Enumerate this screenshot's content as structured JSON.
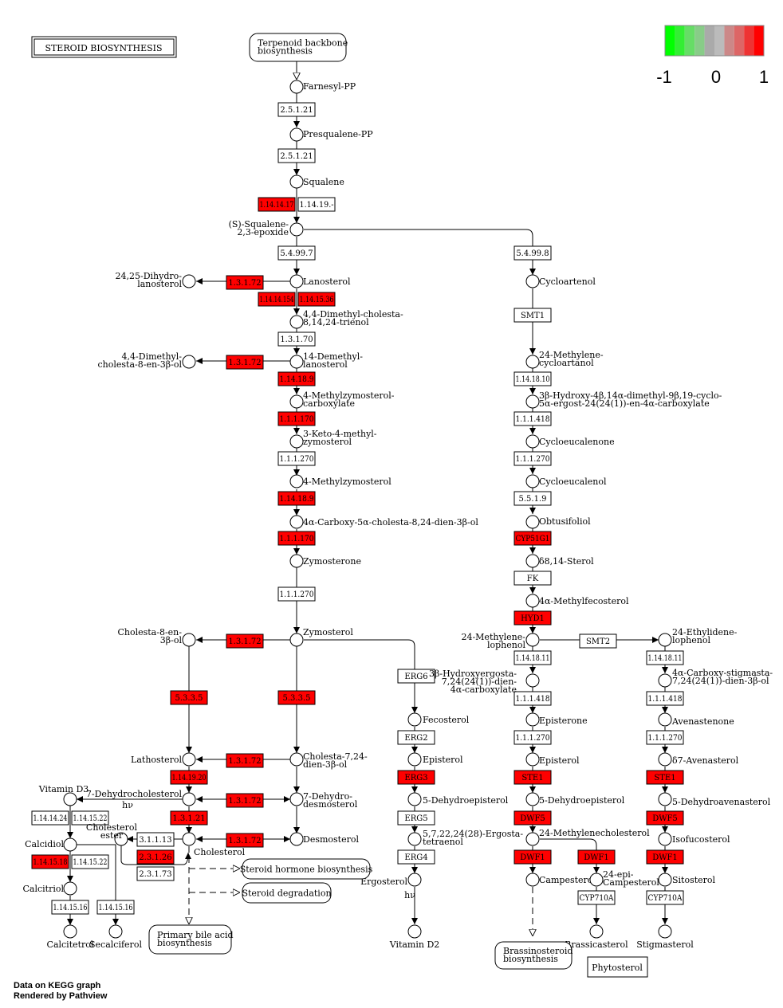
{
  "title": "STEROID BIOSYNTHESIS",
  "credits": {
    "line1": "Data on KEGG graph",
    "line2": "Rendered by Pathview"
  },
  "legend": {
    "min_label": "-1",
    "mid_label": "0",
    "max_label": "1",
    "colors": [
      "#00ff00",
      "#33ee33",
      "#66dd66",
      "#88cc88",
      "#aaaaaa",
      "#bbbbbb",
      "#cc8888",
      "#dd6666",
      "#ee3333",
      "#ff0000"
    ]
  },
  "colors": {
    "up": "#ff0000",
    "none": "#ffffff",
    "line": "#000000"
  },
  "enzymes": [
    {
      "id": "e1",
      "label": "2.5.1.21",
      "color": "#ffffff"
    },
    {
      "id": "e2",
      "label": "2.5.1.21",
      "color": "#ffffff"
    },
    {
      "id": "e3",
      "label": "1.14.14.17",
      "color": "#ff0000"
    },
    {
      "id": "e4",
      "label": "1.14.19.-",
      "color": "#ffffff"
    },
    {
      "id": "e5",
      "label": "5.4.99.7",
      "color": "#ffffff"
    },
    {
      "id": "e6",
      "label": "5.4.99.8",
      "color": "#ffffff"
    },
    {
      "id": "e7",
      "label": "1.3.1.72",
      "color": "#ff0000"
    },
    {
      "id": "e8",
      "label": "1.14.14.154",
      "color": "#ff0000"
    },
    {
      "id": "e9",
      "label": "1.14.15.36",
      "color": "#ff0000"
    },
    {
      "id": "e10",
      "label": "1.3.1.70",
      "color": "#ffffff"
    },
    {
      "id": "e11",
      "label": "1.3.1.72",
      "color": "#ff0000"
    },
    {
      "id": "e12",
      "label": "1.14.18.9",
      "color": "#ff0000"
    },
    {
      "id": "e13",
      "label": "1.1.1.170",
      "color": "#ff0000"
    },
    {
      "id": "e14",
      "label": "1.1.1.270",
      "color": "#ffffff"
    },
    {
      "id": "e15",
      "label": "1.14.18.9",
      "color": "#ff0000"
    },
    {
      "id": "e16",
      "label": "1.1.1.170",
      "color": "#ff0000"
    },
    {
      "id": "e17",
      "label": "1.1.1.270",
      "color": "#ffffff"
    },
    {
      "id": "e18",
      "label": "SMT1",
      "color": "#ffffff"
    },
    {
      "id": "e19",
      "label": "1.14.18.10",
      "color": "#ffffff"
    },
    {
      "id": "e20",
      "label": "1.1.1.418",
      "color": "#ffffff"
    },
    {
      "id": "e21",
      "label": "1.1.1.270",
      "color": "#ffffff"
    },
    {
      "id": "e22",
      "label": "5.5.1.9",
      "color": "#ffffff"
    },
    {
      "id": "e23",
      "label": "CYP51G1",
      "color": "#ff0000"
    },
    {
      "id": "e24",
      "label": "FK",
      "color": "#ffffff"
    },
    {
      "id": "e25",
      "label": "HYD1",
      "color": "#ff0000"
    },
    {
      "id": "e26",
      "label": "1.3.1.72",
      "color": "#ff0000"
    },
    {
      "id": "e27",
      "label": "5.3.3.5",
      "color": "#ff0000"
    },
    {
      "id": "e28",
      "label": "5.3.3.5",
      "color": "#ff0000"
    },
    {
      "id": "e29",
      "label": "ERG6",
      "color": "#ffffff"
    },
    {
      "id": "e30",
      "label": "SMT2",
      "color": "#ffffff"
    },
    {
      "id": "e31",
      "label": "1.14.18.11",
      "color": "#ffffff"
    },
    {
      "id": "e32",
      "label": "1.14.18.11",
      "color": "#ffffff"
    },
    {
      "id": "e33",
      "label": "1.1.1.418",
      "color": "#ffffff"
    },
    {
      "id": "e34",
      "label": "1.1.1.418",
      "color": "#ffffff"
    },
    {
      "id": "e35",
      "label": "ERG2",
      "color": "#ffffff"
    },
    {
      "id": "e36",
      "label": "1.1.1.270",
      "color": "#ffffff"
    },
    {
      "id": "e37",
      "label": "1.1.1.270",
      "color": "#ffffff"
    },
    {
      "id": "e38",
      "label": "1.3.1.72",
      "color": "#ff0000"
    },
    {
      "id": "e39",
      "label": "1.14.19.20",
      "color": "#ff0000"
    },
    {
      "id": "e40",
      "label": "ERG3",
      "color": "#ff0000"
    },
    {
      "id": "e41",
      "label": "STE1",
      "color": "#ff0000"
    },
    {
      "id": "e42",
      "label": "STE1",
      "color": "#ff0000"
    },
    {
      "id": "e43",
      "label": "1.3.1.72",
      "color": "#ff0000"
    },
    {
      "id": "e44",
      "label": "1.14.14.24",
      "color": "#ffffff"
    },
    {
      "id": "e45",
      "label": "1.14.15.22",
      "color": "#ffffff"
    },
    {
      "id": "e46",
      "label": "1.3.1.21",
      "color": "#ff0000"
    },
    {
      "id": "e47",
      "label": "ERG5",
      "color": "#ffffff"
    },
    {
      "id": "e48",
      "label": "DWF5",
      "color": "#ff0000"
    },
    {
      "id": "e49",
      "label": "DWF5",
      "color": "#ff0000"
    },
    {
      "id": "e50",
      "label": "3.1.1.13",
      "color": "#ffffff"
    },
    {
      "id": "e51",
      "label": "1.3.1.72",
      "color": "#ff0000"
    },
    {
      "id": "e52",
      "label": "1.14.15.18",
      "color": "#ff0000"
    },
    {
      "id": "e53",
      "label": "1.14.15.22",
      "color": "#ffffff"
    },
    {
      "id": "e54",
      "label": "2.3.1.26",
      "color": "#ff0000"
    },
    {
      "id": "e55",
      "label": "ERG4",
      "color": "#ffffff"
    },
    {
      "id": "e56",
      "label": "DWF1",
      "color": "#ff0000"
    },
    {
      "id": "e57",
      "label": "DWF1",
      "color": "#ff0000"
    },
    {
      "id": "e58",
      "label": "DWF1",
      "color": "#ff0000"
    },
    {
      "id": "e59",
      "label": "2.3.1.73",
      "color": "#ffffff"
    },
    {
      "id": "e60",
      "label": "CYP710A",
      "color": "#ffffff"
    },
    {
      "id": "e61",
      "label": "CYP710A",
      "color": "#ffffff"
    },
    {
      "id": "e62",
      "label": "1.14.15.16",
      "color": "#ffffff"
    },
    {
      "id": "e63",
      "label": "1.14.15.16",
      "color": "#ffffff"
    }
  ],
  "compounds": [
    {
      "id": "c1",
      "l1": "Farnesyl-PP",
      "l2": ""
    },
    {
      "id": "c2",
      "l1": "Presqualene-PP",
      "l2": ""
    },
    {
      "id": "c3",
      "l1": "Squalene",
      "l2": ""
    },
    {
      "id": "c4",
      "l1": "(S)-Squalene-",
      "l2": "2,3-epoxide"
    },
    {
      "id": "c5",
      "l1": "24,25-Dihydro-",
      "l2": "lanosterol"
    },
    {
      "id": "c6",
      "l1": "Lanosterol",
      "l2": ""
    },
    {
      "id": "c7",
      "l1": "Cycloartenol",
      "l2": ""
    },
    {
      "id": "c8",
      "l1": "4,4-Dimethyl-cholesta-",
      "l2": "8,14,24-trienol"
    },
    {
      "id": "c9",
      "l1": "4,4-Dimethyl-",
      "l2": "cholesta-8-en-3β-ol"
    },
    {
      "id": "c10",
      "l1": "14-Demethyl-",
      "l2": "lanosterol"
    },
    {
      "id": "c11",
      "l1": "24-Methylene-",
      "l2": "cycloartanol"
    },
    {
      "id": "c12",
      "l1": "4-Methylzymosterol-",
      "l2": "carboxylate"
    },
    {
      "id": "c13",
      "l1": "3β-Hydroxy-4β,14α-dimethyl-9β,19-cyclo-",
      "l2": "5α-ergost-24(24(1))-en-4α-carboxylate"
    },
    {
      "id": "c14",
      "l1": "3-Keto-4-methyl-",
      "l2": "zymosterol"
    },
    {
      "id": "c15",
      "l1": "Cycloeucalenone",
      "l2": ""
    },
    {
      "id": "c16",
      "l1": "4-Methylzymosterol",
      "l2": ""
    },
    {
      "id": "c17",
      "l1": "Cycloeucalenol",
      "l2": ""
    },
    {
      "id": "c18",
      "l1": "4α-Carboxy-5α-cholesta-8,24-dien-3β-ol",
      "l2": ""
    },
    {
      "id": "c19",
      "l1": "Obtusifoliol",
      "l2": ""
    },
    {
      "id": "c20",
      "l1": "Zymosterone",
      "l2": ""
    },
    {
      "id": "c21",
      "l1": "δ8,14-Sterol",
      "l2": ""
    },
    {
      "id": "c22",
      "l1": "4α-Methylfecosterol",
      "l2": ""
    },
    {
      "id": "c23",
      "l1": "Cholesta-8-en-",
      "l2": "3β-ol"
    },
    {
      "id": "c24",
      "l1": "Zymosterol",
      "l2": ""
    },
    {
      "id": "c25",
      "l1": "24-Methylene-",
      "l2": "lophenol"
    },
    {
      "id": "c26",
      "l1": "24-Ethylidene-",
      "l2": "lophenol"
    },
    {
      "id": "c27",
      "l1": "3β-Hydroxyergosta-",
      "l2": "7,24(24(1))-dien-",
      "l3": "4α-carboxylate"
    },
    {
      "id": "c28",
      "l1": "4α-Carboxy-stigmasta-",
      "l2": "7,24(24(1))-dien-3β-ol"
    },
    {
      "id": "c29",
      "l1": "Fecosterol",
      "l2": ""
    },
    {
      "id": "c30",
      "l1": "Episterone",
      "l2": ""
    },
    {
      "id": "c31",
      "l1": "Avenastenone",
      "l2": ""
    },
    {
      "id": "c32",
      "l1": "Lathosterol",
      "l2": ""
    },
    {
      "id": "c33",
      "l1": "Cholesta-7,24-",
      "l2": "dien-3β-ol"
    },
    {
      "id": "c34",
      "l1": "Episterol",
      "l2": ""
    },
    {
      "id": "c35",
      "l1": "Episterol",
      "l2": ""
    },
    {
      "id": "c36",
      "l1": "δ7-Avenasterol",
      "l2": ""
    },
    {
      "id": "c37",
      "l1": "Vitamin D3",
      "l2": ""
    },
    {
      "id": "c38",
      "l1": "7-Dehydrocholesterol",
      "l2": ""
    },
    {
      "id": "c39",
      "l1": "7-Dehydro-",
      "l2": "desmosterol"
    },
    {
      "id": "c40",
      "l1": "5-Dehydroepisterol",
      "l2": ""
    },
    {
      "id": "c41",
      "l1": "5-Dehydroepisterol",
      "l2": ""
    },
    {
      "id": "c42",
      "l1": "5-Dehydroavenasterol",
      "l2": ""
    },
    {
      "id": "c43",
      "l1": "Calcidiol",
      "l2": ""
    },
    {
      "id": "c44",
      "l1": "Cholesterol",
      "l2": "ester"
    },
    {
      "id": "c45",
      "l1": "Cholesterol",
      "l2": ""
    },
    {
      "id": "c46",
      "l1": "Desmosterol",
      "l2": ""
    },
    {
      "id": "c47",
      "l1": "5,7,22,24(28)-Ergosta-",
      "l2": "tetraenol"
    },
    {
      "id": "c48",
      "l1": "24-Methylenecholesterol",
      "l2": ""
    },
    {
      "id": "c49",
      "l1": "Isofucosterol",
      "l2": ""
    },
    {
      "id": "c50",
      "l1": "Calcitriol",
      "l2": ""
    },
    {
      "id": "c51",
      "l1": "Ergosterol",
      "l2": ""
    },
    {
      "id": "c52",
      "l1": "Campesterol",
      "l2": ""
    },
    {
      "id": "c53",
      "l1": "24-epi-",
      "l2": "Campesterol"
    },
    {
      "id": "c54",
      "l1": "Sitosterol",
      "l2": ""
    },
    {
      "id": "c55",
      "l1": "Calcitetrol",
      "l2": ""
    },
    {
      "id": "c56",
      "l1": "Secalciferol",
      "l2": ""
    },
    {
      "id": "c57",
      "l1": "Vitamin D2",
      "l2": ""
    },
    {
      "id": "c58",
      "l1": "Brassicasterol",
      "l2": ""
    },
    {
      "id": "c59",
      "l1": "Stigmasterol",
      "l2": ""
    }
  ],
  "maps": [
    {
      "id": "m1",
      "l1": "Terpenoid backbone",
      "l2": "biosynthesis"
    },
    {
      "id": "m2",
      "l1": "Steroid hormone biosynthesis",
      "l2": ""
    },
    {
      "id": "m3",
      "l1": "Steroid degradation",
      "l2": ""
    },
    {
      "id": "m4",
      "l1": "Primary bile acid",
      "l2": "biosynthesis"
    },
    {
      "id": "m5",
      "l1": "Brassinosteroid",
      "l2": "biosynthesis"
    }
  ],
  "labels": {
    "hv1": "hν",
    "hv2": "hν",
    "phytosterol": "Phytosterol"
  }
}
